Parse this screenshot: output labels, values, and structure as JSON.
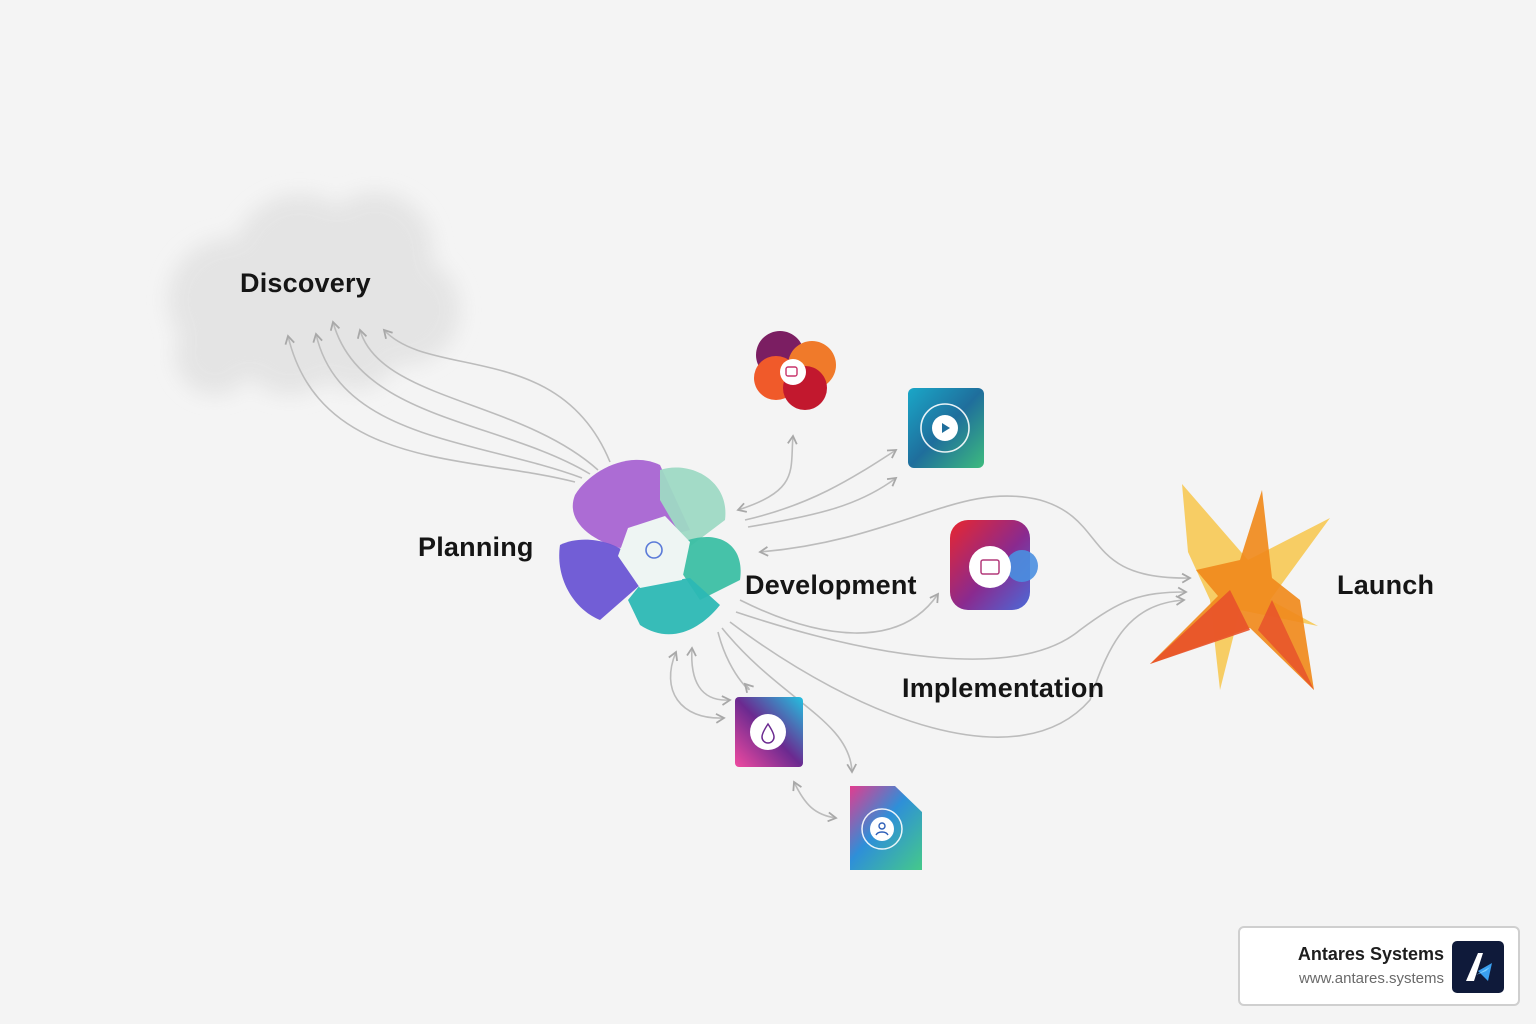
{
  "stages": {
    "discovery": "Discovery",
    "planning": "Planning",
    "development": "Development",
    "implementation": "Implementation",
    "launch": "Launch"
  },
  "brand": {
    "name": "Antares Systems",
    "url": "www.antares.systems"
  },
  "icons": {
    "hub": "planning-hub-icon",
    "app_icons": [
      "video-camera-icon",
      "play-icon",
      "camera-icon",
      "drop-icon",
      "person-icon"
    ],
    "launch": "starburst-icon",
    "cloud": "cloud-icon",
    "brand_logo": "antares-logo-icon"
  },
  "colors": {
    "background": "#f4f4f4",
    "arrow": "#b9b9b9",
    "launch_orange": "#f08a1c",
    "launch_yellow": "#f7c64a",
    "hub_purple": "#9b5fcf",
    "hub_teal": "#2bb3a8",
    "brand_navy": "#0f1a3a"
  }
}
